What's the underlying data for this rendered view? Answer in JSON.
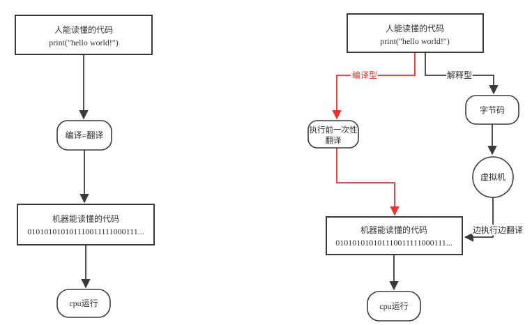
{
  "diagram": {
    "title": "compiled-vs-interpreted-flowchart",
    "colors": {
      "line": "#3a3a3a",
      "accent_red": "#e8332e",
      "node_fill": "#ffffff",
      "background": "#ffffff"
    },
    "left_flow": {
      "human_code_line1": "人能读懂的代码",
      "human_code_line2": "print(\"hello world!\")",
      "compile_label": "编译=翻译",
      "machine_code_line1": "机器能读懂的代码",
      "machine_code_line2": "010101010101110011111000111...",
      "cpu_label": "cpu运行"
    },
    "right_flow": {
      "human_code_line1": "人能读懂的代码",
      "human_code_line2": "print(\"hello world!\")",
      "branch_compiled_label": "编译型",
      "branch_interpreted_label": "解释型",
      "pre_translate_line1": "执行前一次性",
      "pre_translate_line2": "翻译",
      "bytecode_label": "字节码",
      "vm_label": "虚拟机",
      "translate_while_running_label": "边执行边翻译",
      "machine_code_line1": "机器能读懂的代码",
      "machine_code_line2": "010101010101110011111000111...",
      "cpu_label": "cpu运行"
    }
  }
}
